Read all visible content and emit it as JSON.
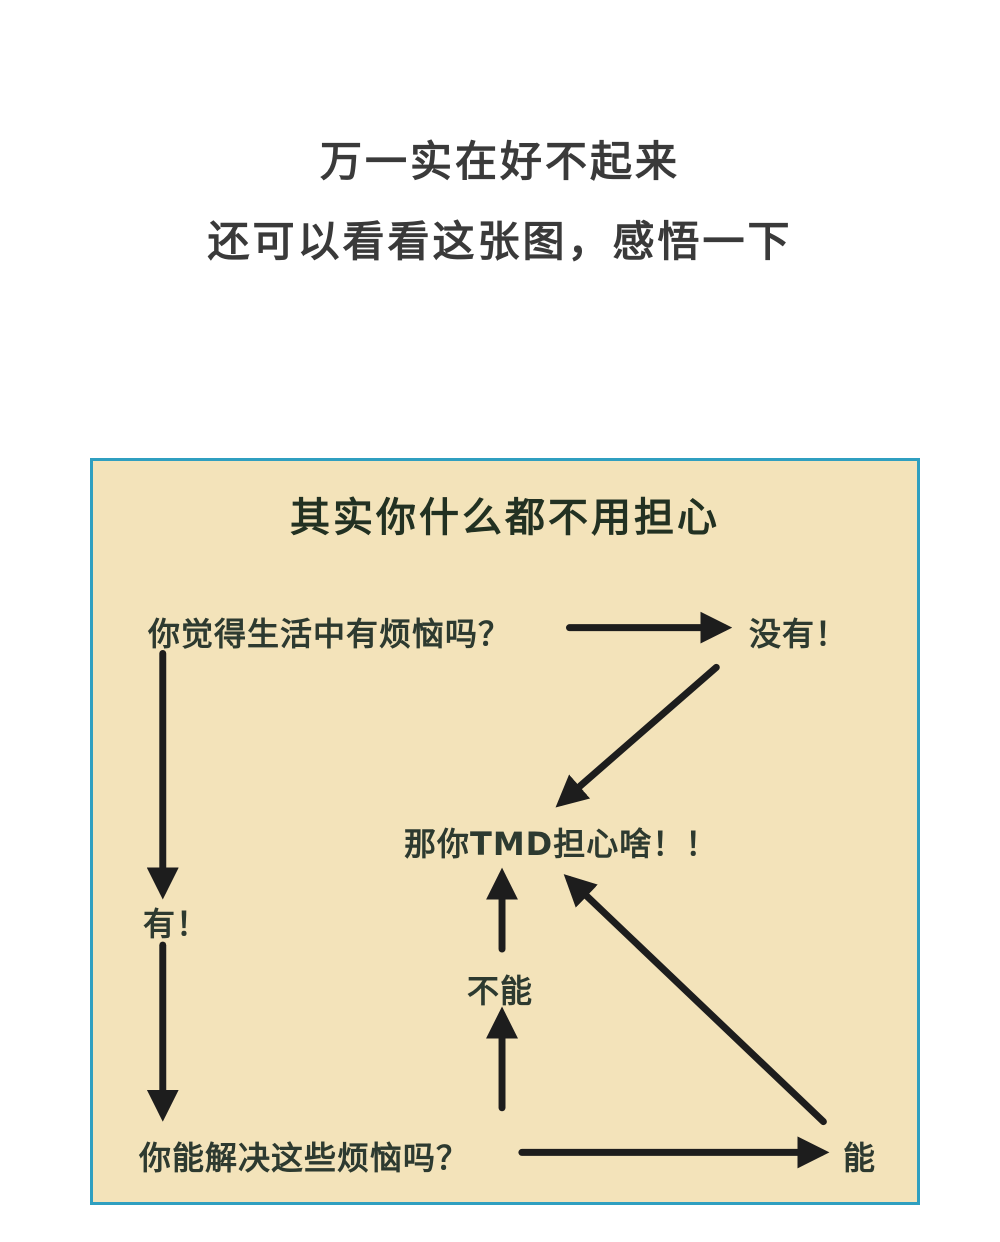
{
  "header": {
    "line1": "万一实在好不起来",
    "line2": "还可以看看这张图，感悟一下"
  },
  "diagram": {
    "title": "其实你什么都不用担心",
    "nodes": {
      "q1": "你觉得生活中有烦恼吗？",
      "no": "没有！",
      "center": "那你TMD担心啥！！",
      "yes": "有！",
      "cannot": "不能",
      "q2": "你能解决这些烦恼吗？",
      "can": "能"
    },
    "colors": {
      "background": "#f3e3ba",
      "border": "#2f9fc0",
      "arrow_ink": "#1d1d1d",
      "text": "#2d3a30"
    }
  }
}
